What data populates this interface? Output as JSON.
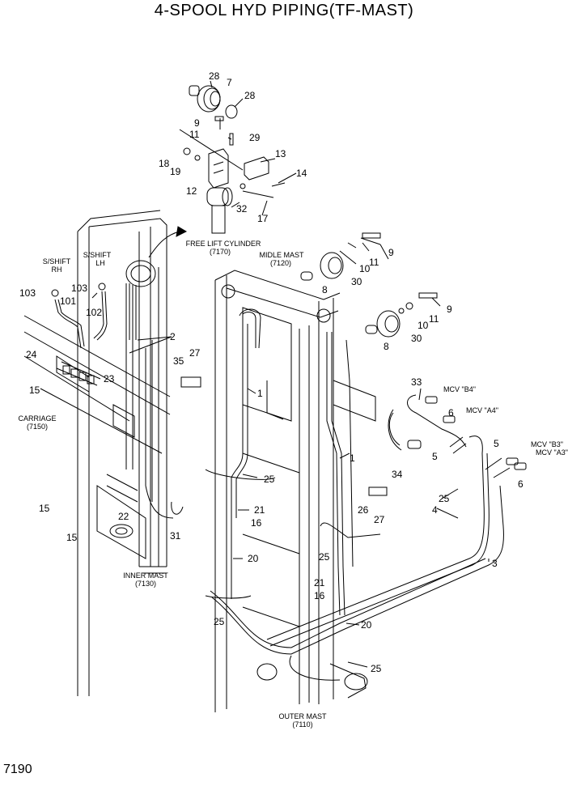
{
  "title": "4-SPOOL HYD PIPING(TF-MAST)",
  "page_number": "7190",
  "components": {
    "free_lift_cylinder": {
      "name": "FREE LIFT CYLINDER",
      "code": "(7170)"
    },
    "midle_mast": {
      "name": "MIDLE MAST",
      "code": "(7120)"
    },
    "carriage": {
      "name": "CARRIAGE",
      "code": "(7150)"
    },
    "inner_mast": {
      "name": "INNER MAST",
      "code": "(7130)"
    },
    "outer_mast": {
      "name": "OUTER MAST",
      "code": "(7110)"
    }
  },
  "side_shift": {
    "rh_line1": "S/SHIFT",
    "rh_line2": "RH",
    "lh_line1": "S/SHIFT",
    "lh_line2": "LH"
  },
  "mcv": {
    "b4": "MCV \"B4\"",
    "a4": "MCV \"A4\"",
    "b3": "MCV \"B3\"",
    "a3": "MCV \"A3\""
  },
  "callouts": {
    "c28a": "28",
    "c7": "7",
    "c28b": "28",
    "c9a": "9",
    "c11a": "11",
    "c29": "29",
    "c18": "18",
    "c19": "19",
    "c13": "13",
    "c14": "14",
    "c12": "12",
    "c32": "32",
    "c17": "17",
    "c9b": "9",
    "c11b": "11",
    "c10a": "10",
    "c30a": "30",
    "c8a": "8",
    "c9c": "9",
    "c11c": "11",
    "c10b": "10",
    "c30b": "30",
    "c8b": "8",
    "c103a": "103",
    "c103b": "103",
    "c101": "101",
    "c102": "102",
    "c2": "2",
    "c24": "24",
    "c35": "35",
    "c27a": "27",
    "c23": "23",
    "c15a": "15",
    "c1a": "1",
    "c33": "33",
    "c6a": "6",
    "c5a": "5",
    "c34": "34",
    "c5b": "5",
    "c6b": "6",
    "c25a": "25",
    "c1b": "1",
    "c25b": "25",
    "c4": "4",
    "c3": "3",
    "c15b": "15",
    "c22": "22",
    "c15c": "15",
    "c31": "31",
    "c21a": "21",
    "c16a": "16",
    "c26": "26",
    "c27b": "27",
    "c25c": "25",
    "c20a": "20",
    "c21b": "21",
    "c16b": "16",
    "c20b": "20",
    "c25d": "25",
    "c25e": "25"
  }
}
